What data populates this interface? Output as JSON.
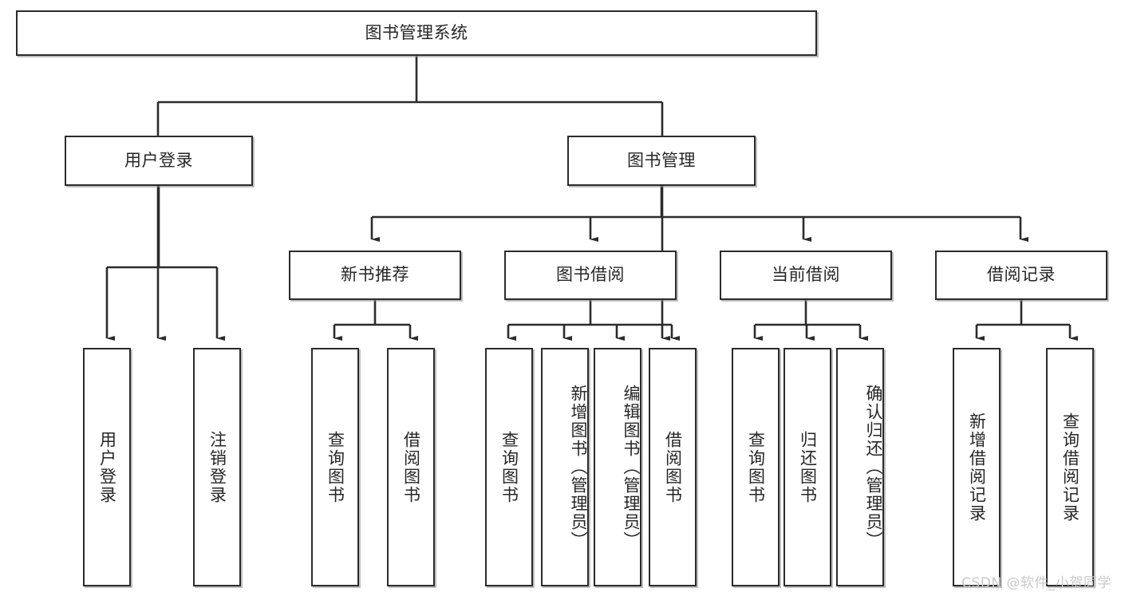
{
  "diagram": {
    "title": "图书管理系统",
    "type": "tree",
    "watermark": "CSDN @软件_小贺同学",
    "colors": {
      "box_border": "#2b2b2b",
      "box_fill": "#ffffff",
      "edge": "#2b2b2b",
      "text": "#262626",
      "watermark": "#c9c9c9"
    },
    "root": {
      "id": "root",
      "label": "图书管理系统"
    },
    "level1": [
      {
        "id": "user-login",
        "label": "用户登录"
      },
      {
        "id": "book-manage",
        "label": "图书管理"
      }
    ],
    "level2": [
      {
        "id": "new-book-rec",
        "label": "新书推荐",
        "parent": "book-manage"
      },
      {
        "id": "book-borrow",
        "label": "图书借阅",
        "parent": "book-manage"
      },
      {
        "id": "current-borrow",
        "label": "当前借阅",
        "parent": "book-manage"
      },
      {
        "id": "borrow-record",
        "label": "借阅记录",
        "parent": "book-manage"
      }
    ],
    "leaves": [
      {
        "id": "leaf-user-login",
        "label": "用户登录",
        "parent": "user-login"
      },
      {
        "id": "leaf-logout",
        "label": "注销登录",
        "parent": "user-login"
      },
      {
        "id": "leaf-query-book-rec",
        "label": "查询图书",
        "parent": "new-book-rec"
      },
      {
        "id": "leaf-borrow-book-rec",
        "label": "借阅图书",
        "parent": "new-book-rec"
      },
      {
        "id": "leaf-query-book-borrow",
        "label": "查询图书",
        "parent": "book-borrow"
      },
      {
        "id": "leaf-add-book",
        "label": "新增图书（管理员）",
        "parent": "book-borrow"
      },
      {
        "id": "leaf-edit-book",
        "label": "编辑图书（管理员）",
        "parent": "book-borrow"
      },
      {
        "id": "leaf-borrow-book",
        "label": "借阅图书",
        "parent": "book-borrow"
      },
      {
        "id": "leaf-query-book-current",
        "label": "查询图书",
        "parent": "current-borrow"
      },
      {
        "id": "leaf-return-book",
        "label": "归还图书",
        "parent": "current-borrow"
      },
      {
        "id": "leaf-confirm-return",
        "label": "确认归还（管理员）",
        "parent": "current-borrow"
      },
      {
        "id": "leaf-add-record",
        "label": "新增借阅记录",
        "parent": "borrow-record"
      },
      {
        "id": "leaf-query-record",
        "label": "查询借阅记录",
        "parent": "borrow-record"
      }
    ]
  }
}
